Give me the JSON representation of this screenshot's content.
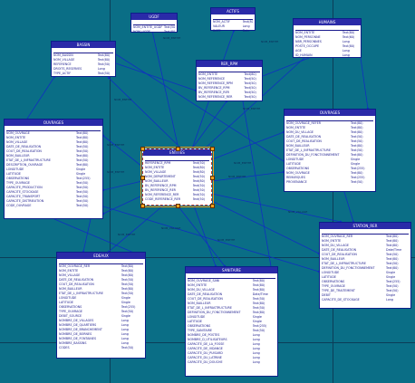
{
  "diagram": {
    "tables": {
      "ugdf": {
        "title": "UGDF",
        "rows": [
          {
            "name": "NOM_ENTITE_UGDF",
            "type": "Text(50)"
          },
          {
            "name": "NOM_UGDF",
            "type": "Text(80)"
          }
        ]
      },
      "actifs": {
        "title": "ACTIFS",
        "rows": [
          {
            "name": "NOM_ACTIF",
            "type": "Text(80)"
          },
          {
            "name": "VALEUR",
            "type": "Long"
          },
          {
            "name": "DATE",
            "type": "Date"
          }
        ]
      },
      "humains": {
        "title": "HUMAINS",
        "rows": [
          {
            "name": "NOM_ENTITE",
            "type": "Text(80)"
          },
          {
            "name": "NOM_PERSONNE",
            "type": "Text(60)"
          },
          {
            "name": "NBR_PERSONNES",
            "type": "Long"
          },
          {
            "name": "POSTE_OCCUPE",
            "type": "Text(80)"
          },
          {
            "name": "AGE",
            "type": "Long"
          },
          {
            "name": "ID_HUMAIN",
            "type": "Long"
          }
        ]
      },
      "bassin": {
        "title": "BASSIN",
        "rows": [
          {
            "name": "NOM_BASSIN",
            "type": "Text(80)"
          },
          {
            "name": "NOM_VILLAGE",
            "type": "Text(80)"
          },
          {
            "name": "REFERENCE",
            "type": "Text(50)"
          },
          {
            "name": "DROITS_RESERVES",
            "type": "Long"
          },
          {
            "name": "TYPE_ACTIF",
            "type": "Text(50)"
          }
        ]
      },
      "rer_rpm": {
        "title": "RER_RPM",
        "rows": [
          {
            "name": "NOM_ENTITE",
            "type": "Text(80)"
          },
          {
            "name": "NOM_REFERENCE",
            "type": "Text(50)"
          },
          {
            "name": "NOM_REFERENCE_RPM",
            "type": "Text(50)"
          },
          {
            "name": "BV_REFERENCE_RPM",
            "type": "Text(50)"
          },
          {
            "name": "BV_REFERENCE_RER",
            "type": "Text(50)"
          },
          {
            "name": "NOM_REFERENCE_RER",
            "type": "Text(50)"
          }
        ]
      },
      "ouvrages_left": {
        "title": "OUVRAGES",
        "rows": [
          {
            "name": "NOM_OUVRAGE",
            "type": "Text(80)"
          },
          {
            "name": "NOM_ENTITE",
            "type": "Text(80)"
          },
          {
            "name": "NOM_VILLAGE",
            "type": "Text(80)"
          },
          {
            "name": "DATE_DE_REALISATION",
            "type": "Text(50)"
          },
          {
            "name": "COUT_DE_REALISATION",
            "type": "Text(50)"
          },
          {
            "name": "NOM_BAILLEUR",
            "type": "Text(80)"
          },
          {
            "name": "ETAT_DE_L_INFRASTRUCTURE",
            "type": "Text(50)"
          },
          {
            "name": "DESCRIPTION_OUVRAGE",
            "type": "Text(80)"
          },
          {
            "name": "LONGITUDE",
            "type": "Single"
          },
          {
            "name": "LATITUDE",
            "type": "Single"
          },
          {
            "name": "OBSERVATIONS",
            "type": "Text(255)"
          },
          {
            "name": "TYPE_OUVRAGE",
            "type": "Text(50)"
          },
          {
            "name": "CAPACITE_PRODUCTION",
            "type": "Text(50)"
          },
          {
            "name": "CAPACITE_STOCKAGE",
            "type": "Text(50)"
          },
          {
            "name": "CAPACITE_TRANSPORT",
            "type": "Text(50)"
          },
          {
            "name": "CAPACITE_DISTRIBUTION",
            "type": "Text(50)"
          },
          {
            "name": "CODE_OUVRAGE",
            "type": "Text(50)"
          }
        ]
      },
      "ouvrages_right": {
        "title": "OUVRAGES",
        "rows": [
          {
            "name": "NOM_OUVRAGE_REFER",
            "type": "Text(80)"
          },
          {
            "name": "NOM_ENTITE",
            "type": "Text(80)"
          },
          {
            "name": "NOM_DU_VILLAGE",
            "type": "Text(80)"
          },
          {
            "name": "DATE_DE_REALISATION",
            "type": "Text(50)"
          },
          {
            "name": "COUT_DE_REALISATION",
            "type": "Text(50)"
          },
          {
            "name": "NOM_BAILLEUR",
            "type": "Text(80)"
          },
          {
            "name": "ETAT_DE_L_INFRASTRUCTURE",
            "type": "Text(50)"
          },
          {
            "name": "DEFINITION_DU_FONCTIONNEMENT",
            "type": "Text(80)"
          },
          {
            "name": "LONGITUDE",
            "type": "Single"
          },
          {
            "name": "LATITUDE",
            "type": "Single"
          },
          {
            "name": "OBSERVATIONS",
            "type": "Text(255)"
          },
          {
            "name": "NOM_OUVRAGE",
            "type": "Text(80)"
          },
          {
            "name": "REMARQUES",
            "type": "Text(255)"
          },
          {
            "name": "PROVENANCE",
            "type": "Text(50)"
          }
        ]
      },
      "entites": {
        "title": "ENTITES",
        "rows": [
          {
            "name": "REFERENCE_RPM",
            "type": "Text(50)"
          },
          {
            "name": "NOM_ENTITE",
            "type": "Text(80)"
          },
          {
            "name": "NOM_VILLAGE",
            "type": "Text(80)"
          },
          {
            "name": "NOM_DEPARTEMENT",
            "type": "Text(50)"
          },
          {
            "name": "NOM_BAILLEUR",
            "type": "Text(80)"
          },
          {
            "name": "BV_REFERENCE_RPM",
            "type": "Text(50)"
          },
          {
            "name": "BV_REFERENCE_RER",
            "type": "Text(50)"
          },
          {
            "name": "NOM_REFERENCE_RER",
            "type": "Text(50)"
          },
          {
            "name": "CODE_REFERENCE_RER",
            "type": "Text(50)"
          }
        ]
      },
      "edeaux": {
        "title": "EDEAUX",
        "rows": [
          {
            "name": "NOM_OUVRAGE_RER",
            "type": "Text(80)"
          },
          {
            "name": "NOM_ENTITE",
            "type": "Text(80)"
          },
          {
            "name": "NOM_VILLAGE",
            "type": "Text(80)"
          },
          {
            "name": "DATE_DE_REALISATION",
            "type": "Text(50)"
          },
          {
            "name": "COUT_DE_REALISATION",
            "type": "Text(50)"
          },
          {
            "name": "NOM_BAILLEUR",
            "type": "Text(80)"
          },
          {
            "name": "ETAT_DE_L_INFRASTRUCTURE",
            "type": "Text(50)"
          },
          {
            "name": "LONGITUDE",
            "type": "Single"
          },
          {
            "name": "LATITUDE",
            "type": "Single"
          },
          {
            "name": "OBSERVATIONS",
            "type": "Text(255)"
          },
          {
            "name": "TYPE_OUVRAGE",
            "type": "Text(50)"
          },
          {
            "name": "DEBIT_SOURCE",
            "type": "Single"
          },
          {
            "name": "NOMBRE_DE_VILLAGES",
            "type": "Long"
          },
          {
            "name": "NOMBRE_DE_QUARTIERS",
            "type": "Long"
          },
          {
            "name": "NOMBRE_DE_BRANCHEMENT",
            "type": "Long"
          },
          {
            "name": "NOMBRE_DE_BORNES",
            "type": "Long"
          },
          {
            "name": "NOMBRE_DE_FONTAINES",
            "type": "Long"
          },
          {
            "name": "NOMBRE_BASSINS",
            "type": "Long"
          },
          {
            "name": "CODES",
            "type": "Text(50)"
          }
        ]
      },
      "sanitaire": {
        "title": "SANITAIRE",
        "rows": [
          {
            "name": "NOM_OUVRAGE_SANI",
            "type": "Text(80)"
          },
          {
            "name": "NOM_ENTITE",
            "type": "Text(80)"
          },
          {
            "name": "NOM_DU_VILLAGE",
            "type": "Text(80)"
          },
          {
            "name": "DATE_DE_REALISATION",
            "type": "Date/Time"
          },
          {
            "name": "COUT_DE_REALISATION",
            "type": "Text(50)"
          },
          {
            "name": "NOM_BAILLEUR",
            "type": "Text(80)"
          },
          {
            "name": "ETAT_DE_L_INFRASTRUCTURE",
            "type": "Text(50)"
          },
          {
            "name": "DEFINITION_DU_FONCTIONNEMENT",
            "type": "Text(80)"
          },
          {
            "name": "LONGITUDE",
            "type": "Single"
          },
          {
            "name": "LATITUDE",
            "type": "Single"
          },
          {
            "name": "OBSERVATIONS",
            "type": "Text(255)"
          },
          {
            "name": "TYPE_SANITAIRE",
            "type": "Text(50)"
          },
          {
            "name": "NOMBRE_DE_POSTES",
            "type": "Long"
          },
          {
            "name": "NOMBRE_D_UTILISATEURS",
            "type": "Long"
          },
          {
            "name": "CAPACITE_DE_LA_FOSSE",
            "type": "Long"
          },
          {
            "name": "CAPACITE_DE_VIDANGE",
            "type": "Long"
          },
          {
            "name": "CAPACITE_DU_PUISARD",
            "type": "Long"
          },
          {
            "name": "CAPACITE_DU_LATRINE",
            "type": "Long"
          },
          {
            "name": "CAPACITE_DU_DOUCHE",
            "type": "Long"
          }
        ]
      },
      "station_rer": {
        "title": "STATION_RER",
        "rows": [
          {
            "name": "NOM_OUVRAGE_RER",
            "type": "Text(80)"
          },
          {
            "name": "NOM_ENTITE",
            "type": "Text(80)"
          },
          {
            "name": "NOM_DU_VILLAGE",
            "type": "Text(80)"
          },
          {
            "name": "DATE_DE_REALISATION",
            "type": "Date/Time"
          },
          {
            "name": "COUT_DE_REALISATION",
            "type": "Text(50)"
          },
          {
            "name": "NOM_BAILLEUR",
            "type": "Text(80)"
          },
          {
            "name": "ETAT_DE_L_INFRASTRUCTURE",
            "type": "Text(50)"
          },
          {
            "name": "DEFINITION_DU_FONCTIONNEMENT",
            "type": "Text(80)"
          },
          {
            "name": "LONGITUDE",
            "type": "Single"
          },
          {
            "name": "LATITUDE",
            "type": "Single"
          },
          {
            "name": "OBSERVATIONS",
            "type": "Text(255)"
          },
          {
            "name": "TYPE_OUVRAGE",
            "type": "Text(50)"
          },
          {
            "name": "TYPE_DE_TRAITEMENT",
            "type": "Text(50)"
          },
          {
            "name": "DEBIT",
            "type": "Single"
          },
          {
            "name": "CAPACITE_DE_STOCKAGE",
            "type": "Long"
          }
        ]
      }
    },
    "relations": [
      {
        "label": "NOM_ENTITE"
      },
      {
        "label": "NOM_ENTITE"
      },
      {
        "label": "NOM_ENTITE"
      },
      {
        "label": "NOM_ENTITE"
      },
      {
        "label": "NOM_ENTITE"
      },
      {
        "label": "NOM_ENTITE"
      },
      {
        "label": "NOM_ENTITE"
      },
      {
        "label": "NOM_ENTITE"
      },
      {
        "label": "NOM_ENTITE"
      },
      {
        "label": "NOM_ENTITE"
      },
      {
        "label": "NOM_VILLAGE"
      },
      {
        "label": "NOM_VILLAGE"
      }
    ],
    "colors": {
      "background": "#0a6e86",
      "table_border": "#0b1f8a",
      "header_fill": "#2a2aa8",
      "relation_line": "#1030c0",
      "selection": "#f0a020"
    }
  }
}
